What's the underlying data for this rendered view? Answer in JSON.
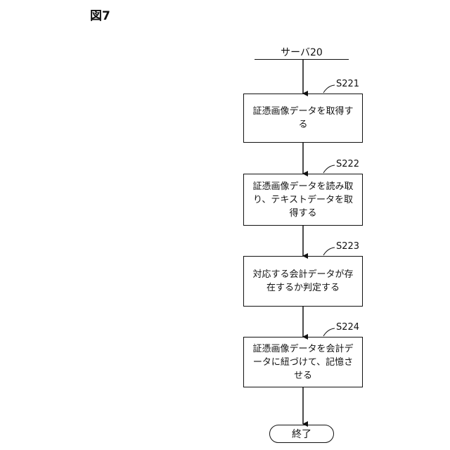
{
  "figure": {
    "label": "図7"
  },
  "start": {
    "label": "サーバ20"
  },
  "steps": [
    {
      "id": "S221",
      "text": "証憑画像データを取得する"
    },
    {
      "id": "S222",
      "text": "証憑画像データを読み取り、テキストデータを取得する"
    },
    {
      "id": "S223",
      "text": "対応する会計データが存在するか判定する"
    },
    {
      "id": "S224",
      "text": "証憑画像データを会計データに紐づけて、記憶させる"
    }
  ],
  "end": {
    "label": "終了"
  }
}
